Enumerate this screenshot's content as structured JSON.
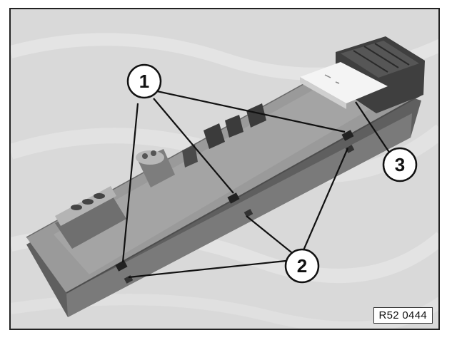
{
  "figure": {
    "reference_code": "R52 0444",
    "callouts": [
      {
        "number": "1"
      },
      {
        "number": "2"
      },
      {
        "number": "3"
      }
    ]
  },
  "colors": {
    "frame_border": "#222222",
    "background": "#d7d7d7",
    "part_body": "#8f8f8f",
    "part_shadow": "#5c5c5c",
    "callout_fill": "#ffffff",
    "leader_line": "#111111"
  }
}
